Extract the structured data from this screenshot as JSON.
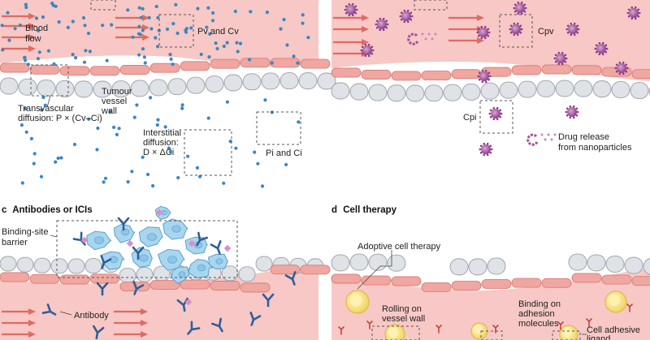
{
  "panel_a": {
    "blood_flow": [
      "Blood",
      "flow"
    ],
    "pv_cv": "Pv and Cv",
    "tumour_vessel_wall": [
      "Tumour",
      "vessel",
      "wall"
    ],
    "transvascular": [
      "Transvascular",
      "diffusion: P × (Cv–Ci)"
    ],
    "interstitial": [
      "Interstitial",
      "diffusion:",
      "D × ΔCi"
    ],
    "pi_ci": "Pi and Ci"
  },
  "panel_b": {
    "cpv": "Cpv",
    "cpi": "Cpi",
    "drug_release": [
      "Drug release",
      "from nanoparticles"
    ]
  },
  "panel_c": {
    "letter": "c",
    "title": "Antibodies or ICIs",
    "binding_site": [
      "Binding-site",
      "barrier"
    ],
    "antibody": "Antibody"
  },
  "panel_d": {
    "letter": "d",
    "title": "Cell therapy",
    "adoptive": "Adoptive cell therapy",
    "rolling": [
      "Rolling on",
      "vessel wall"
    ],
    "binding_adhesion": [
      "Binding on",
      "adhesion",
      "molecules"
    ],
    "cell_adhesive": [
      "Cell adhesive",
      "ligand"
    ]
  },
  "colors": {
    "blood": "#f7c8c5",
    "endothelial": "#f0a7a1",
    "endothelial_stroke": "#d77f79",
    "wall_cell": "#dfe2e6",
    "wall_stroke": "#9aa0a8",
    "arrow": "#e06a62",
    "drug_dot": "#3a86c2",
    "nanoparticle": "#a4509d",
    "tumour_cell": "#a9d6ef",
    "antibody": "#2f5f9a",
    "t_cell": "#f7e27a"
  },
  "icons": [
    "arrow-icon",
    "drug-molecule-icon",
    "nanoparticle-icon",
    "tumour-cell-icon",
    "antibody-icon",
    "t-cell-icon"
  ]
}
